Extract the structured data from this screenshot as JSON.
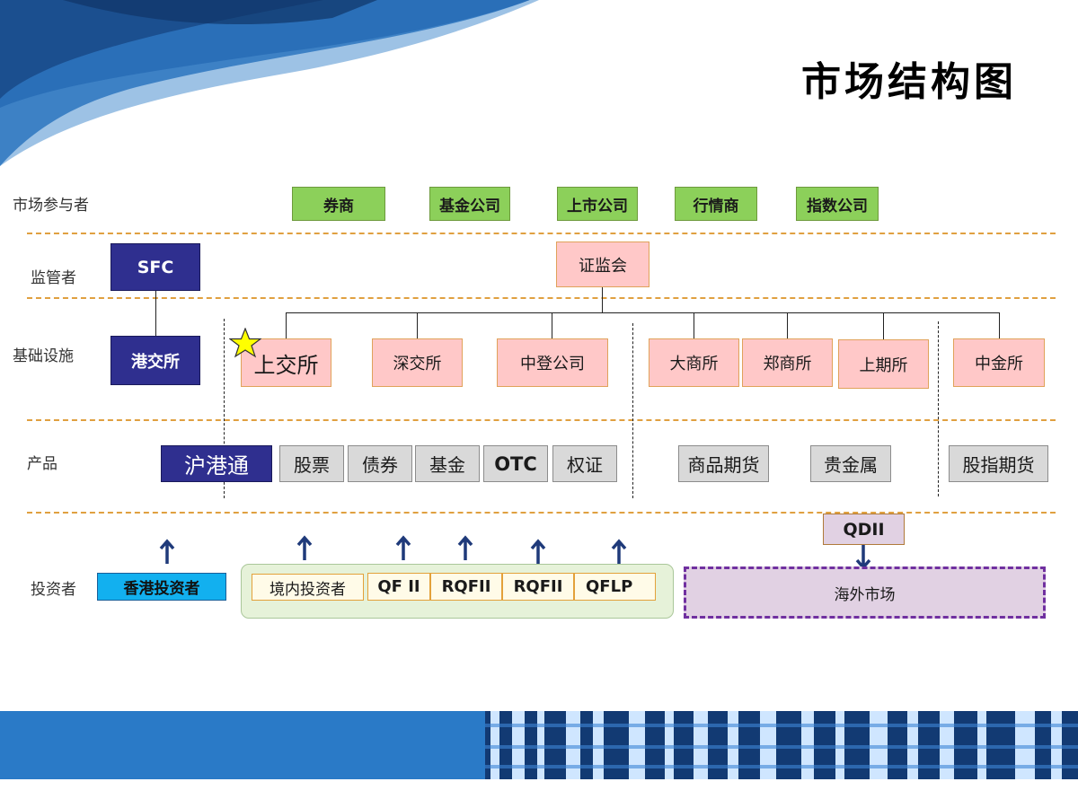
{
  "title": "市场结构图",
  "row_labels": {
    "participants": "市场参与者",
    "regulators": "监管者",
    "infrastructure": "基础设施",
    "products": "产品",
    "investors": "投资者"
  },
  "participants": [
    "券商",
    "基金公司",
    "上市公司",
    "行情商",
    "指数公司"
  ],
  "regulators": {
    "sfc": "SFC",
    "csrc": "证监会"
  },
  "infrastructure": {
    "hkex": "港交所",
    "sse": "上交所",
    "szse": "深交所",
    "csdc": "中登公司",
    "dce": "大商所",
    "czce": "郑商所",
    "shfe": "上期所",
    "cffex": "中金所"
  },
  "products": {
    "connect": "沪港通",
    "stocks": "股票",
    "bonds": "债券",
    "funds": "基金",
    "otc": "OTC",
    "warrants": "权证",
    "commodity_futures": "商品期货",
    "precious_metals": "贵金属",
    "index_futures": "股指期货"
  },
  "investors": {
    "hk_investors": "香港投资者",
    "domestic_investors": "境内投资者",
    "qfii": "QF II",
    "rqfii_1": "RQFII",
    "rqfii_2": "RQFII",
    "qflp": "QFLP",
    "qdii": "QDII",
    "overseas_market": "海外市场"
  },
  "colors": {
    "banner_blue": "#1f6fbf",
    "green_box": "#8cd05a",
    "pink_box": "#ffc8c8",
    "navy_box": "#2f2f8f",
    "grey_box": "#d9d9d9",
    "divider_orange": "#e0a040",
    "arrow_navy": "#1f3a7a",
    "overseas_purple": "#7030a0",
    "investor_group_bg": "#e6f2d9",
    "connect_star": "#ffff00"
  },
  "icons": [
    "star-icon",
    "up-arrow-icon",
    "down-arrow-icon"
  ]
}
